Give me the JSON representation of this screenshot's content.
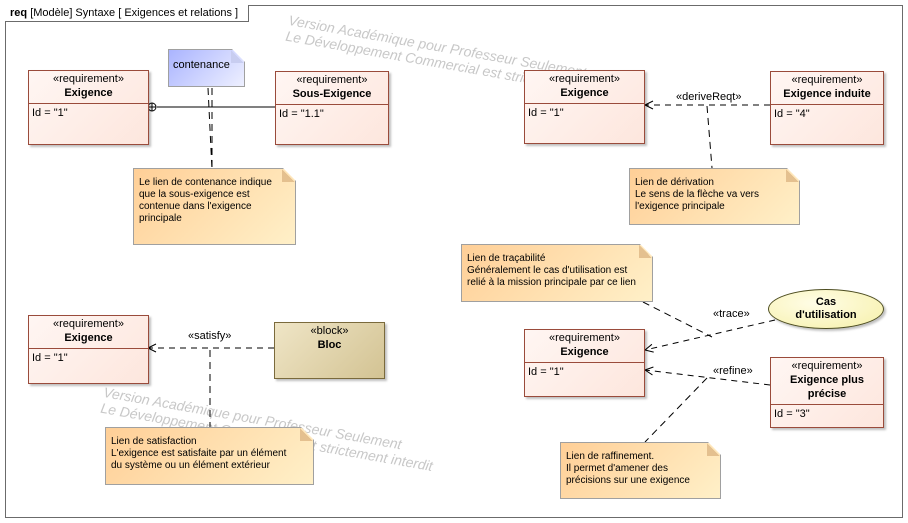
{
  "frame": {
    "kind": "req",
    "header": "[Modèle] Syntaxe [ Exigences et relations ]"
  },
  "watermark": {
    "line1": "Version Académique pour Professeur Seulement",
    "line2": "Le Développement Commercial est strictement interdit"
  },
  "requirements": {
    "exigence_contenance": {
      "stereotype": "«requirement»",
      "name": "Exigence",
      "attr": "Id = \"1\""
    },
    "sous_exigence": {
      "stereotype": "«requirement»",
      "name": "Sous-Exigence",
      "attr": "Id = \"1.1\""
    },
    "exigence_derive": {
      "stereotype": "«requirement»",
      "name": "Exigence",
      "attr": "Id = \"1\""
    },
    "exigence_induite": {
      "stereotype": "«requirement»",
      "name": "Exigence induite",
      "attr": "Id = \"4\""
    },
    "exigence_satisfy": {
      "stereotype": "«requirement»",
      "name": "Exigence",
      "attr": "Id = \"1\""
    },
    "exigence_trace": {
      "stereotype": "«requirement»",
      "name": "Exigence",
      "attr": "Id = \"1\""
    },
    "exigence_precise": {
      "stereotype": "«requirement»",
      "name_line1": "Exigence plus",
      "name_line2": "précise",
      "attr": "Id = \"3\""
    }
  },
  "block": {
    "stereotype": "«block»",
    "name": "Bloc"
  },
  "usecase": {
    "line1": "Cas",
    "line2": "d'utilisation"
  },
  "relations": {
    "derive": "«deriveReqt»",
    "satisfy": "«satisfy»",
    "trace": "«trace»",
    "refine": "«refine»"
  },
  "notes": {
    "contenance_tag": "contenance",
    "contenance": [
      "Le lien de contenance indique",
      "que la sous-exigence est",
      "contenue dans l'exigence",
      "principale"
    ],
    "derivation": [
      "Lien de dérivation",
      "Le sens de la flèche va vers",
      "l'exigence principale"
    ],
    "tracabilite": [
      "Lien de traçabilité",
      "Généralement le cas d'utilisation est",
      "relié à la mission principale par ce lien"
    ],
    "satisfaction": [
      "Lien de satisfaction",
      "L'exigence est satisfaite par un élément",
      "du système ou un élément extérieur"
    ],
    "raffinement": [
      "Lien de raffinement.",
      "Il permet d'amener des",
      "précisions sur une exigence"
    ]
  },
  "colors": {
    "requirement_border": "#9a4b3b",
    "requirement_fill": "#fde6dd",
    "block_fill": "#d3c393",
    "note_fill": "#ffcf97",
    "tag_note_fill": "#aab4ff",
    "usecase_fill": "#f6f0a8",
    "frame_border": "#6b6b6b"
  }
}
